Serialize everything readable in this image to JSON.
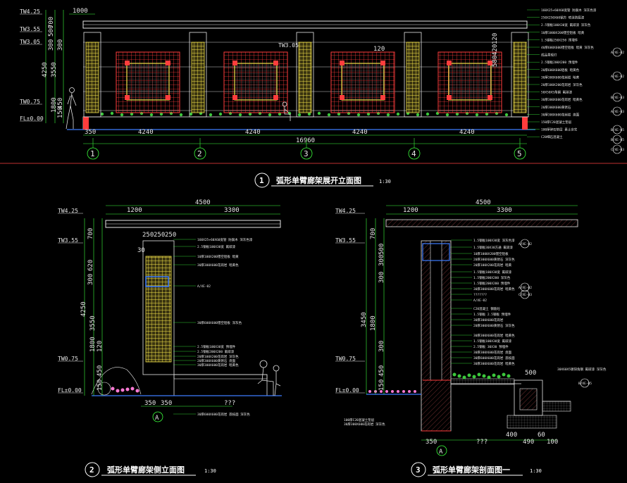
{
  "colors": {
    "background": "#000000",
    "dimension": "#3cff3c",
    "outline": "#e6e6e6",
    "column": "#f2e24a",
    "grille": "#ff3c3c",
    "pergola": "#ffffff",
    "planting": "#ff7ad6",
    "border": "#ff3c3c",
    "section_hatch": "#6a2a2a"
  },
  "drawing1": {
    "number": "1",
    "title": "弧形单臂廊架展开立面图",
    "scale": "1:30",
    "levels": [
      "TW4.25",
      "TW3.55",
      "TW3.05",
      "TW0.75",
      "FL±0.00"
    ],
    "left_dims": [
      "700",
      "500",
      "300",
      "4250",
      "3550",
      "1800",
      "300",
      "450",
      "150"
    ],
    "top_dims": [
      "1000",
      "120",
      "TW3.05"
    ],
    "right_dims": [
      "120",
      "420",
      "580"
    ],
    "bottom_dims": [
      "350",
      "4240",
      "4240",
      "4240",
      "4240",
      "16960"
    ],
    "grid": [
      "1",
      "2",
      "3",
      "4",
      "5"
    ],
    "notes": [
      "160X25+60X60宽管 防腐木 深灰色漆",
      "250X250X60钢方 喷涂防腐漆",
      "2.5钢板100X30宽 氟碳漆 深灰色",
      "10厚1000X200镂空铝板 暗黄",
      "1.5钢板250X250 预埋件",
      "40厚600X600镂空铝板 暗黄 深灰色",
      "成品景观灯",
      "2.5钢板200X200 预埋件",
      "20厚600X600铝板 暗黄色",
      "30厚300X600花岗岩 暗黄",
      "20厚100X200花岗岩 深灰色",
      "50X50X5角钢 氟碳漆",
      "30厚300X600花岗岩 暗黄色",
      "20厚300X600黄锈石",
      "30厚300X600花岗岩 烧面",
      "150厚C20混凝土垫层",
      "100厚碎石垫层 素土夯实",
      "C20细石混凝土"
    ],
    "tags": [
      "A/XE-02",
      "A/XE-02",
      "B/XE-03",
      "A/XE-03",
      "B/XE-05",
      "B/XE-05",
      "C/XE-03"
    ]
  },
  "drawing2": {
    "number": "2",
    "title": "弧形单臂廊架侧立面图",
    "scale": "1:30",
    "levels": [
      "TW4.25",
      "TW3.55",
      "TW0.75",
      "FL±0.00"
    ],
    "top_dims": [
      "4500",
      "1200",
      "3300",
      "250",
      "250",
      "250",
      "30"
    ],
    "left_dims": [
      "700",
      "620",
      "300",
      "4250",
      "3550",
      "1800",
      "120",
      "450",
      "150"
    ],
    "bottom_dims": [
      "350",
      "350",
      "???"
    ],
    "grid": "A",
    "notes": [
      "160X25+60X60宽管 防腐木 深灰色漆",
      "2.5钢板100X30宽 氟碳漆",
      "10厚100X200镂空铝板 暗黄",
      "30厚300X600花岗岩 暗黄色",
      "A/XE-02",
      "30厚600X600镂空铝板 深灰色",
      "2.5钢板100X30宽 预埋件",
      "2.5钢板200X200 氟碳漆",
      "20厚100X200花岗岩 深灰色",
      "20厚300X600黄锈石 烧面",
      "30厚300X600花岗岩 暗黄色",
      "30厚600X600花岗岩 荔枝面 深灰色"
    ]
  },
  "drawing3": {
    "number": "3",
    "title": "弧形单臂廊架剖面图一",
    "scale": "1:30",
    "levels": [
      "TW4.25",
      "TW3.55",
      "TW0.75",
      "FL±0.00"
    ],
    "top_dims": [
      "4500",
      "1200",
      "3300"
    ],
    "left_dims": [
      "700",
      "500",
      "300",
      "300",
      "3450",
      "1800",
      "300",
      "450",
      "150"
    ],
    "bottom_dims": [
      "350",
      "???",
      "400",
      "490",
      "60",
      "100",
      "500"
    ],
    "grid": "A",
    "notes": [
      "1.5钢板100X30宽 深灰色漆",
      "1.5钢板30X30方通 氟碳漆",
      "10厚1000X200镂空铝板",
      "20厚300X600黄锈石 深灰色",
      "20厚100X200花岗岩 暗黄",
      "1.5钢板100X30宽 氟碳漆",
      "1.5钢板200X200 深灰色",
      "1.5钢板200X200 预埋件",
      "30厚300X600花岗岩 暗黄色",
      "???????",
      "A/XE-02",
      "C20混凝土 钢筋砼",
      "1.5钢板 2.5钢板 预埋件",
      "30厚300X600花岗岩",
      "20厚300X600黄锈石 深灰色",
      "30厚300X600花岗岩 暗黄色",
      "1.5钢板100X30宽 氟碳漆",
      "2.5钢板 30X30 预埋件",
      "30厚300X600花岗岩 烧面",
      "30厚600X600花岗岩 荔枝面",
      "30厚300X600花岗岩 暗黄色",
      "100厚C20混凝土垫层",
      "30厚300X600花岗岩 深灰色"
    ],
    "right_note": "30X60X5镀锌角钢 氟碳漆 深灰色",
    "tags": [
      "A/XE-02",
      "A/XE-02",
      "C/XE-03",
      "B/XE-05"
    ]
  }
}
